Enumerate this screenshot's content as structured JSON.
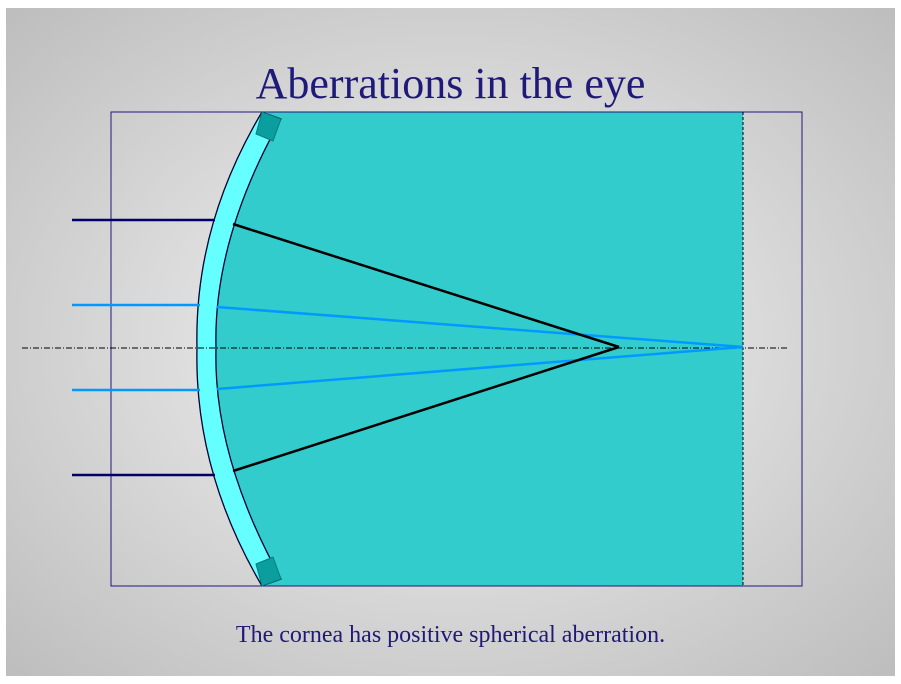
{
  "slide": {
    "title": "Aberrations in the eye",
    "caption": "The cornea has positive spherical aberration."
  },
  "colors": {
    "background": "#c8c8c8",
    "eye_interior": "#33cccc",
    "cornea": "#66ffff",
    "cornea_end_caps": "#0a9e9e",
    "frame_and_text": "#1f1a7a",
    "marginal_rays": "#000033",
    "paraxial_rays": "#0099ff",
    "optical_axis": "#000000"
  },
  "diagram": {
    "rays": [
      {
        "kind": "marginal",
        "position": "upper"
      },
      {
        "kind": "paraxial",
        "position": "upper"
      },
      {
        "kind": "paraxial",
        "position": "lower"
      },
      {
        "kind": "marginal",
        "position": "lower"
      }
    ],
    "focus_note": "marginal rays focus before paraxial rays"
  }
}
